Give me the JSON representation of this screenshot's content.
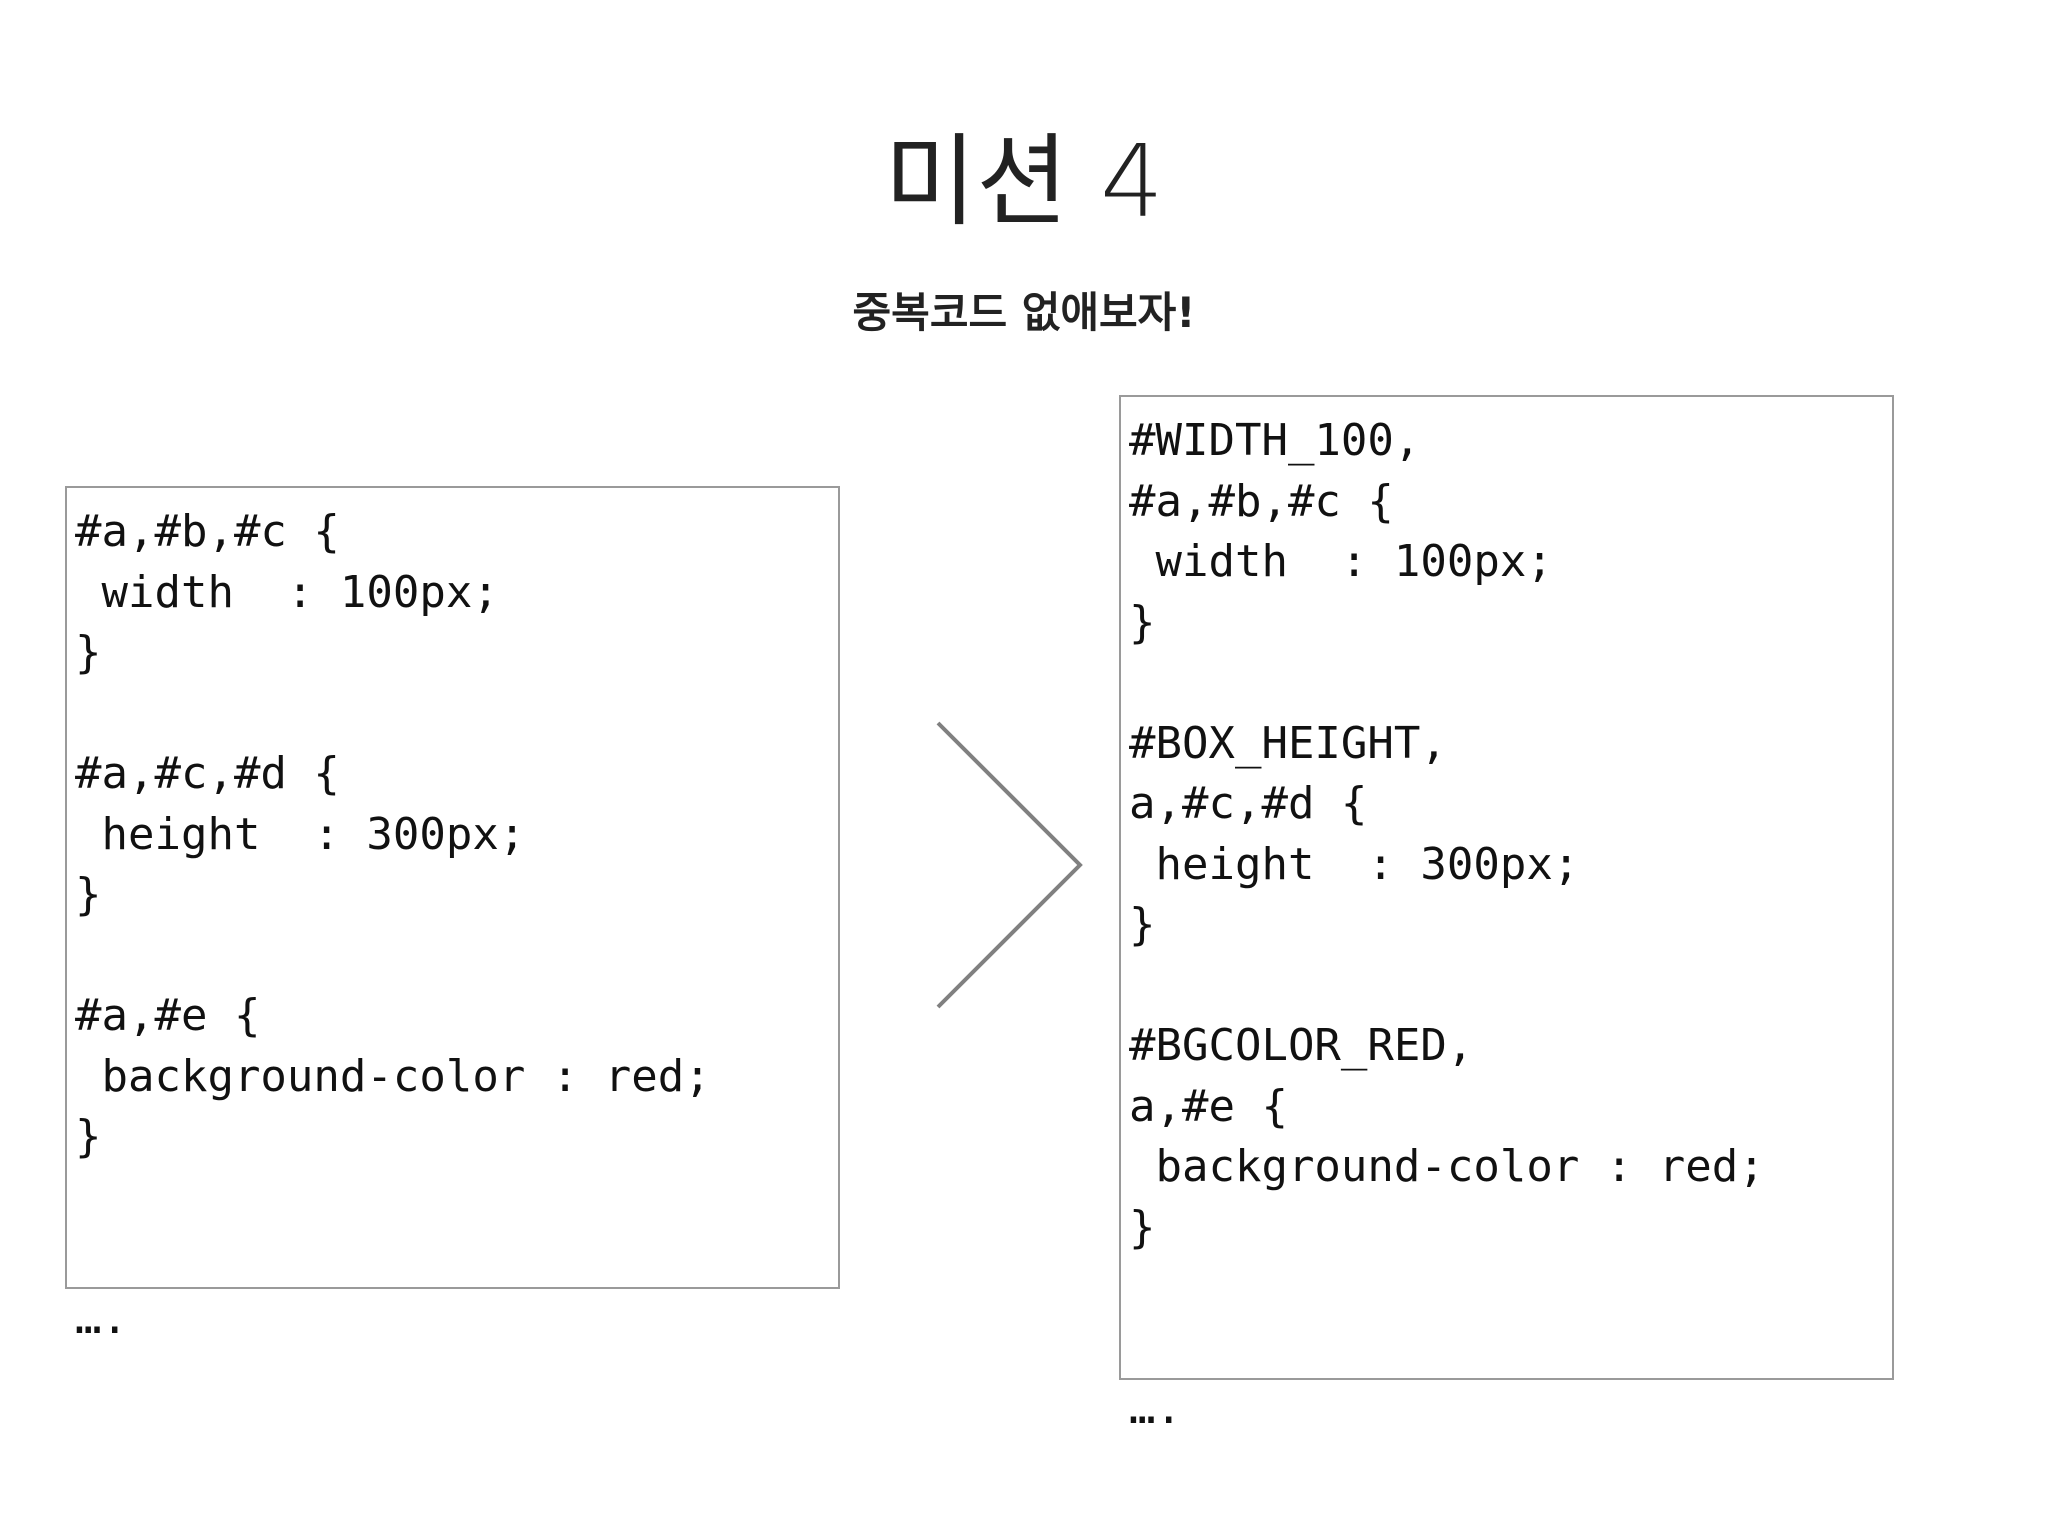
{
  "slide": {
    "title": "미션 4",
    "subtitle": "중복코드 없애보자!"
  },
  "before_code": {
    "lines": [
      "#a,#b,#c {",
      " width  : 100px;",
      "}",
      "",
      "#a,#c,#d {",
      " height  : 300px;",
      "}",
      "",
      "#a,#e {",
      " background-color : red;",
      "}",
      "",
      "",
      "…."
    ]
  },
  "after_code": {
    "lines": [
      "#WIDTH_100,",
      "#a,#b,#c {",
      " width  : 100px;",
      "}",
      "",
      "#BOX_HEIGHT,",
      "a,#c,#d {",
      " height  : 300px;",
      "}",
      "",
      "#BGCOLOR_RED,",
      "a,#e {",
      " background-color : red;",
      "}",
      "",
      "",
      "…."
    ]
  },
  "colors": {
    "box_border": "#9a9a9a",
    "arrow_stroke": "#808080",
    "text": "#111111"
  },
  "icons": {
    "transition": "chevron-right-icon"
  }
}
